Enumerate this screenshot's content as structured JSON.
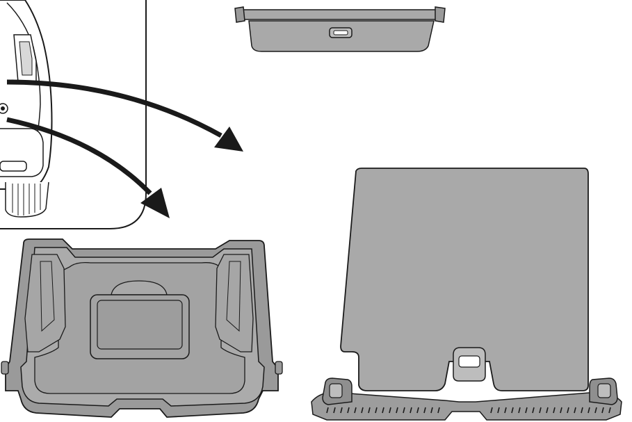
{
  "illustration": {
    "parts": [
      {
        "name": "vehicle-rear-inset"
      },
      {
        "name": "tonneau-cover"
      },
      {
        "name": "cargo-tray"
      },
      {
        "name": "cargo-mat"
      }
    ],
    "colors": {
      "outline": "#1a1a1a",
      "part_fill": "#a9a9a9",
      "part_fill_dark": "#9a9a9a",
      "part_fill_light": "#bdbdbd",
      "arrow": "#1a1a1a",
      "background": "#ffffff"
    }
  }
}
